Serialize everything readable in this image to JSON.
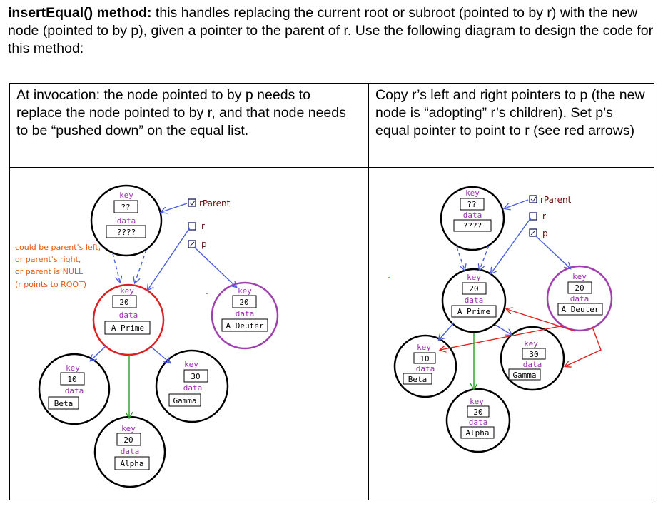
{
  "intro": {
    "bold": "insertEqual() method:",
    "text": " this handles replacing the current root or subroot (pointed to by r) with the new node (pointed to by p), given a pointer to the parent of r. Use the following diagram to design the code for this method:"
  },
  "table": {
    "left_caption": "At invocation: the node pointed to by p needs to replace the node pointed to by r, and that node needs to be “pushed down” on the equal list.",
    "right_caption": "Copy r’s left and right pointers to p (the new   node is “adopting” r’s children). Set p’s equal pointer to point to r (see red arrows)"
  },
  "labels": {
    "key": "key",
    "data": "data"
  },
  "pointers": {
    "rparent": "rParent",
    "r": "r",
    "p": "p"
  },
  "left_diagram": {
    "note": [
      "could be parent's left,",
      "or parent's right,",
      "or parent is NULL",
      "(r points to ROOT)"
    ],
    "nodes": {
      "parent": {
        "key": "??",
        "data": "????"
      },
      "r_node": {
        "key": "20",
        "data": "A Prime"
      },
      "p_node": {
        "key": "20",
        "data": "A Deuter"
      },
      "left_child": {
        "key": "10",
        "data": "Beta"
      },
      "right_child": {
        "key": "30",
        "data": "Gamma"
      },
      "equal_child": {
        "key": "20",
        "data": "Alpha"
      }
    }
  },
  "right_diagram": {
    "nodes": {
      "parent": {
        "key": "??",
        "data": "????"
      },
      "r_node": {
        "key": "20",
        "data": "A Prime"
      },
      "p_node": {
        "key": "20",
        "data": "A Deuter"
      },
      "left_child": {
        "key": "10",
        "data": "Beta"
      },
      "right_child": {
        "key": "30",
        "data": "Gamma"
      },
      "equal_child": {
        "key": "20",
        "data": "Alpha"
      }
    }
  },
  "colors": {
    "node_border": "#000000",
    "r_border": "#e02020",
    "p_border": "#a040b0",
    "pointer_arrow": "#4a5ee0",
    "equal_arrow": "#22a022",
    "red_arrow": "#e02020",
    "label_purple": "#9b30b0",
    "note_orange": "#e8580c"
  }
}
